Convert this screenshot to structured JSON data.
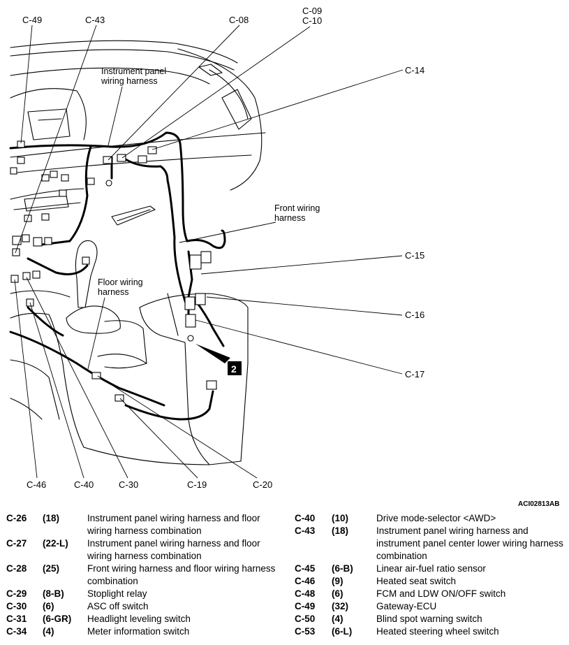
{
  "callouts": [
    {
      "id": "c49",
      "text": "C-49"
    },
    {
      "id": "c43",
      "text": "C-43"
    },
    {
      "id": "c08",
      "text": "C-08"
    },
    {
      "id": "c09",
      "text": "C-09"
    },
    {
      "id": "c10",
      "text": "C-10"
    },
    {
      "id": "c14",
      "text": "C-14"
    },
    {
      "id": "c15",
      "text": "C-15"
    },
    {
      "id": "c16",
      "text": "C-16"
    },
    {
      "id": "c17",
      "text": "C-17"
    },
    {
      "id": "c46",
      "text": "C-46"
    },
    {
      "id": "c40",
      "text": "C-40"
    },
    {
      "id": "c30",
      "text": "C-30"
    },
    {
      "id": "c19",
      "text": "C-19"
    },
    {
      "id": "c20",
      "text": "C-20"
    }
  ],
  "harness_notes": {
    "instrument_panel": [
      "Instrument panel",
      "wiring harness"
    ],
    "front": [
      "Front wiring",
      "harness"
    ],
    "floor": [
      "Floor wiring",
      "harness"
    ]
  },
  "badge": "2",
  "figure_ref": "ACI02813AB",
  "legend_left": [
    {
      "code": "C-26",
      "pins": "(18)",
      "desc": "Instrument panel wiring harness and floor wiring harness combination"
    },
    {
      "code": "C-27",
      "pins": "(22-L)",
      "desc": "Instrument panel wiring harness and floor wiring harness combination"
    },
    {
      "code": "C-28",
      "pins": "(25)",
      "desc": "Front wiring harness and floor wiring harness combination"
    },
    {
      "code": "C-29",
      "pins": "(8-B)",
      "desc": "Stoplight relay"
    },
    {
      "code": "C-30",
      "pins": "(6)",
      "desc": "ASC off switch"
    },
    {
      "code": "C-31",
      "pins": "(6-GR)",
      "desc": "Headlight leveling switch"
    },
    {
      "code": "C-34",
      "pins": "(4)",
      "desc": "Meter information switch"
    }
  ],
  "legend_right": [
    {
      "code": "C-40",
      "pins": "(10)",
      "desc": "Drive mode-selector <AWD>"
    },
    {
      "code": "C-43",
      "pins": "(18)",
      "desc": "Instrument panel wiring harness and instrument panel center lower wiring harness combination"
    },
    {
      "code": "C-45",
      "pins": "(6-B)",
      "desc": "Linear air-fuel ratio sensor"
    },
    {
      "code": "C-46",
      "pins": "(9)",
      "desc": "Heated seat switch"
    },
    {
      "code": "C-48",
      "pins": "(6)",
      "desc": "FCM and LDW ON/OFF switch"
    },
    {
      "code": "C-49",
      "pins": "(32)",
      "desc": "Gateway-ECU"
    },
    {
      "code": "C-50",
      "pins": "(4)",
      "desc": "Blind spot warning switch"
    },
    {
      "code": "C-53",
      "pins": "(6-L)",
      "desc": "Heated steering wheel switch"
    }
  ]
}
